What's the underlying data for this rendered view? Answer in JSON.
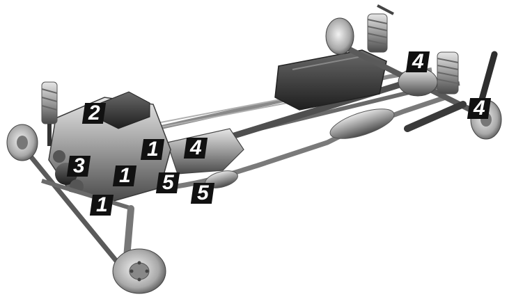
{
  "callouts": {
    "c1": "1",
    "c2": "1",
    "c3": "1",
    "c4": "2",
    "c5": "3",
    "c6": "4",
    "c7": "4",
    "c8": "4",
    "c9": "5",
    "c10": "5"
  },
  "colors": {
    "background": "#ffffff",
    "chassis_light": "#d9d9d9",
    "chassis_mid": "#9a9a9a",
    "chassis_dark": "#3a3a3a",
    "callout_bg": "#111111",
    "callout_text": "#ffffff"
  },
  "image": {
    "subject": "vehicle chassis illustration",
    "icon": "car-chassis-illustration"
  }
}
